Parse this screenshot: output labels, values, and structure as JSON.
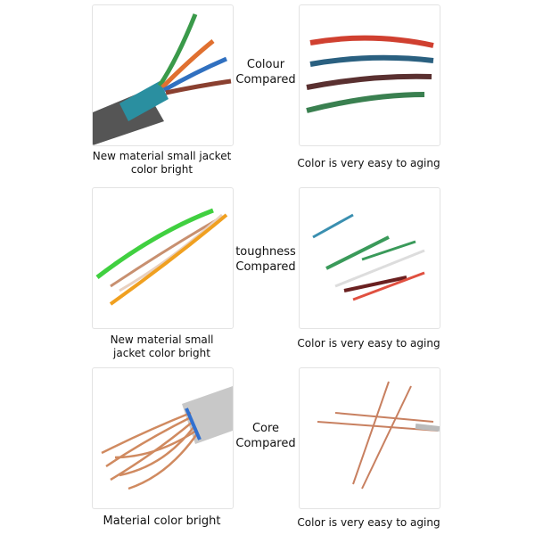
{
  "rows": [
    {
      "left_caption": "New material small jacket color bright",
      "middle_label_1": "Colour",
      "middle_label_2": "Compared",
      "right_caption": "Color is very easy to aging"
    },
    {
      "left_caption_1": "New material small",
      "left_caption_2": "jacket color bright",
      "middle_label_1": "toughness",
      "middle_label_2": "Compared",
      "right_caption": "Color is very easy to aging"
    },
    {
      "left_caption": "Material color bright",
      "middle_label_1": "Core",
      "middle_label_2": "Compared",
      "right_caption": "Color is very easy to aging"
    }
  ]
}
